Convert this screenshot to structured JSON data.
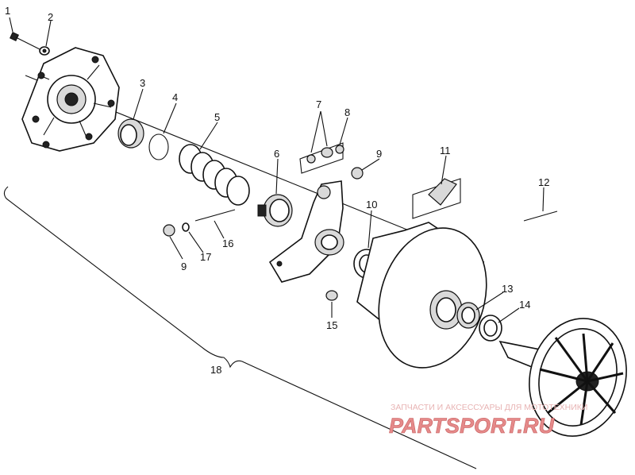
{
  "labels": {
    "n1": "1",
    "n2": "2",
    "n3": "3",
    "n4": "4",
    "n5": "5",
    "n6": "6",
    "n7": "7",
    "n8": "8",
    "n9a": "9",
    "n9b": "9",
    "n10": "10",
    "n11": "11",
    "n12": "12",
    "n13": "13",
    "n14": "14",
    "n15": "15",
    "n16": "16",
    "n17": "17",
    "n18": "18"
  },
  "watermark": {
    "caption": "ЗАПЧАСТИ И АКСЕССУАРЫ ДЛЯ МОТОТЕХНИКИ",
    "brand": "PARTSPORT.RU",
    "caption_color": "#e8b4b4",
    "brand_color": "#e58a8a"
  }
}
